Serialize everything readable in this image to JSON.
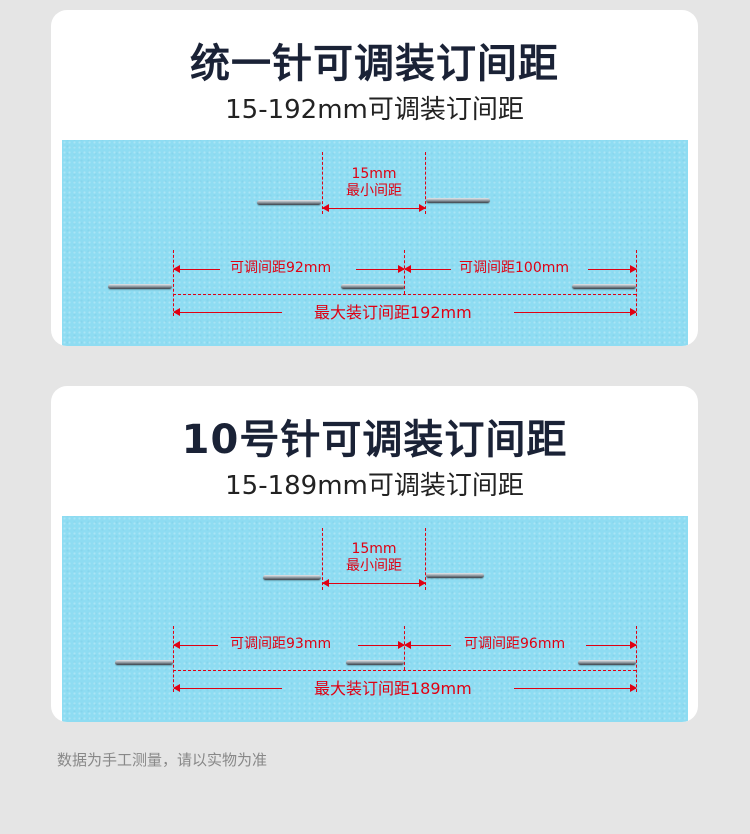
{
  "cards": [
    {
      "title": "统一针可调装订间距",
      "subtitle": "15-192mm可调装订间距",
      "min_gap_value": "15mm",
      "min_gap_label": "最小间距",
      "left_gap_label": "可调间距92mm",
      "right_gap_label": "可调间距100mm",
      "max_label": "最大装订间距192mm"
    },
    {
      "title": "10号针可调装订间距",
      "subtitle": "15-189mm可调装订间距",
      "min_gap_value": "15mm",
      "min_gap_label": "最小间距",
      "left_gap_label": "可调间距93mm",
      "right_gap_label": "可调间距96mm",
      "max_label": "最大装订间距189mm"
    }
  ],
  "footnote": "数据为手工测量，请以实物为准",
  "colors": {
    "page_bg": "#e5e5e5",
    "card_bg": "#ffffff",
    "paper": "#8edcf2",
    "measure_red": "#e00012",
    "title": "#1a2236"
  }
}
